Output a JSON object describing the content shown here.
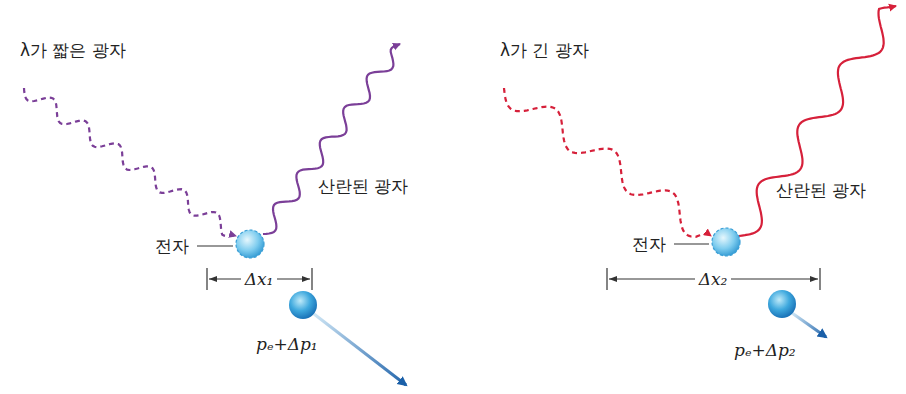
{
  "diagram": {
    "labels": [
      "λ가 짧은 광자",
      "산란된 광자",
      "전자",
      "Δx₁",
      "pₑ+Δp₁",
      "λ가 긴 광자",
      "산란된 광자",
      "전자",
      "Δx₂",
      "pₑ+Δp₂"
    ]
  }
}
